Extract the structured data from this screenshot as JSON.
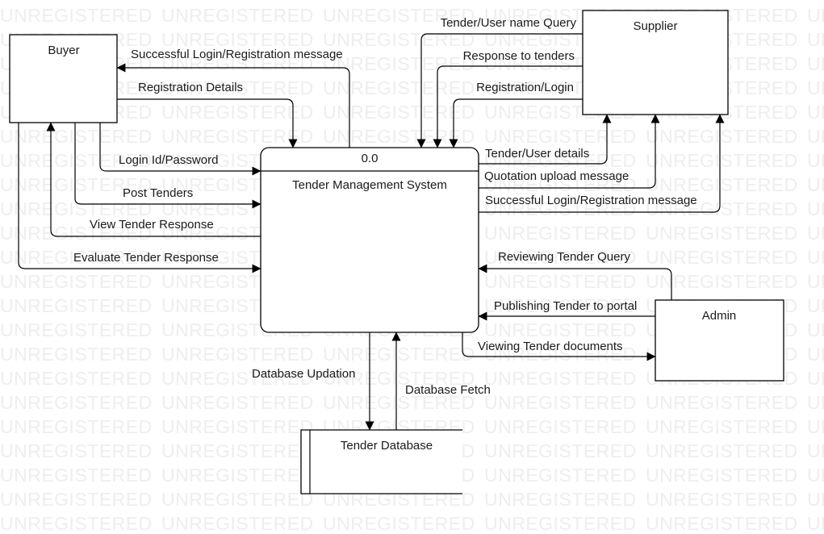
{
  "colors": {
    "background": "#ffffff",
    "stroke": "#000000",
    "text": "#1a1a1a",
    "watermark": "#eeeeee"
  },
  "watermark": {
    "text": "UNREGISTERED"
  },
  "nodes": {
    "buyer": {
      "label": "Buyer"
    },
    "supplier": {
      "label": "Supplier"
    },
    "admin": {
      "label": "Admin"
    },
    "process": {
      "id": "0.0",
      "label": "Tender Management System"
    },
    "database": {
      "label": "Tender Database"
    }
  },
  "flows": {
    "buyer_login_msg": "Successful Login/Registration message",
    "buyer_registration": "Registration Details",
    "buyer_login_id": "Login Id/Password",
    "buyer_post_tenders": "Post Tenders",
    "buyer_view_response": "View Tender Response",
    "buyer_evaluate_response": "Evaluate Tender Response",
    "supplier_query": "Tender/User name Query",
    "supplier_response": "Response to tenders",
    "supplier_registration": "Registration/Login",
    "supplier_details": "Tender/User details",
    "supplier_quotation": "Quotation upload message",
    "supplier_login_msg": "Successful Login/Registration message",
    "admin_review": "Reviewing Tender Query",
    "admin_publish": "Publishing Tender to portal",
    "admin_view_docs": "Viewing Tender documents",
    "db_update": "Database Updation",
    "db_fetch": "Database Fetch"
  }
}
